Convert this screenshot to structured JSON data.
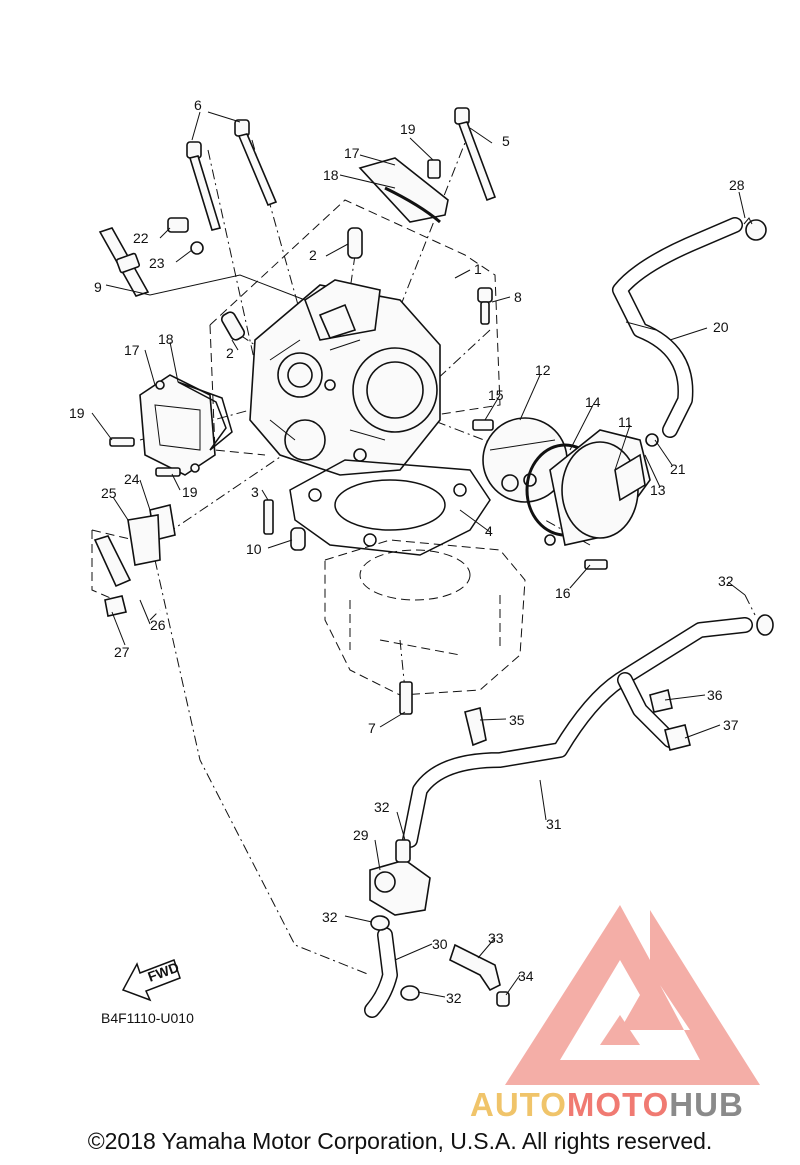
{
  "diagram": {
    "code": "B4F1110-U010",
    "fwd_label": "FWD",
    "copyright": "©2018 Yamaha Motor Corporation, U.S.A. All rights reserved."
  },
  "watermark": {
    "brand_part1": "AUTO",
    "brand_part2": "MOTO",
    "brand_part3": "HUB",
    "colors": {
      "auto": "#f0c46a",
      "moto": "#f07a72",
      "hub": "#8a8a8a",
      "logo": "#f08a84"
    }
  },
  "callouts": [
    {
      "id": "c1",
      "label": "1"
    },
    {
      "id": "c2a",
      "label": "2"
    },
    {
      "id": "c2b",
      "label": "2"
    },
    {
      "id": "c3",
      "label": "3"
    },
    {
      "id": "c4",
      "label": "4"
    },
    {
      "id": "c5",
      "label": "5"
    },
    {
      "id": "c6",
      "label": "6"
    },
    {
      "id": "c7",
      "label": "7"
    },
    {
      "id": "c8",
      "label": "8"
    },
    {
      "id": "c9",
      "label": "9"
    },
    {
      "id": "c10",
      "label": "10"
    },
    {
      "id": "c11",
      "label": "11"
    },
    {
      "id": "c12",
      "label": "12"
    },
    {
      "id": "c13",
      "label": "13"
    },
    {
      "id": "c14",
      "label": "14"
    },
    {
      "id": "c15",
      "label": "15"
    },
    {
      "id": "c16",
      "label": "16"
    },
    {
      "id": "c17a",
      "label": "17"
    },
    {
      "id": "c17b",
      "label": "17"
    },
    {
      "id": "c18a",
      "label": "18"
    },
    {
      "id": "c18b",
      "label": "18"
    },
    {
      "id": "c19a",
      "label": "19"
    },
    {
      "id": "c19b",
      "label": "19"
    },
    {
      "id": "c19c",
      "label": "19"
    },
    {
      "id": "c20",
      "label": "20"
    },
    {
      "id": "c21",
      "label": "21"
    },
    {
      "id": "c22",
      "label": "22"
    },
    {
      "id": "c23",
      "label": "23"
    },
    {
      "id": "c24",
      "label": "24"
    },
    {
      "id": "c25",
      "label": "25"
    },
    {
      "id": "c26",
      "label": "26"
    },
    {
      "id": "c27",
      "label": "27"
    },
    {
      "id": "c28",
      "label": "28"
    },
    {
      "id": "c29",
      "label": "29"
    },
    {
      "id": "c30",
      "label": "30"
    },
    {
      "id": "c31",
      "label": "31"
    },
    {
      "id": "c32a",
      "label": "32"
    },
    {
      "id": "c32b",
      "label": "32"
    },
    {
      "id": "c32c",
      "label": "32"
    },
    {
      "id": "c32d",
      "label": "32"
    },
    {
      "id": "c33",
      "label": "33"
    },
    {
      "id": "c34",
      "label": "34"
    },
    {
      "id": "c35",
      "label": "35"
    },
    {
      "id": "c36",
      "label": "36"
    },
    {
      "id": "c37",
      "label": "37"
    }
  ]
}
